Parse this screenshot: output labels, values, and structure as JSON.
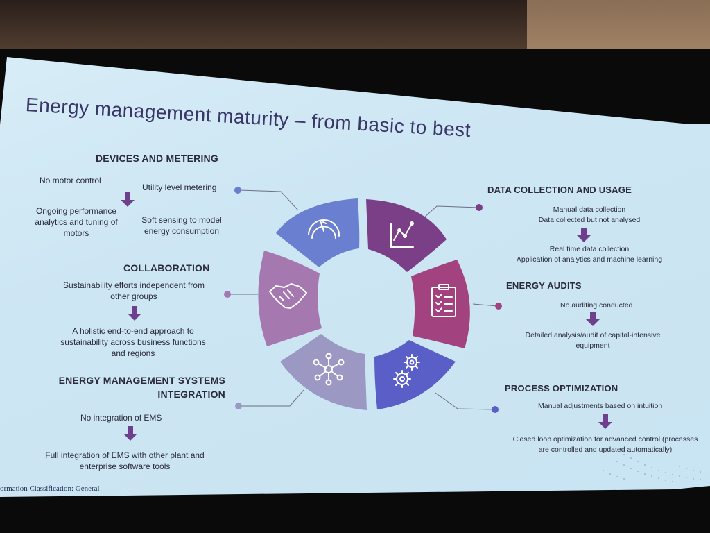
{
  "slide": {
    "title": "Energy management maturity – from basic to best",
    "footer": "ormation Classification: General"
  },
  "devices": {
    "heading": "DEVICES AND METERING",
    "item1": "No motor control",
    "item2_l1": "Ongoing performance",
    "item2_l2": "analytics and tuning of",
    "item2_l3": "motors",
    "item3": "Utility level metering",
    "item4_l1": "Soft sensing to model",
    "item4_l2": "energy consumption"
  },
  "collaboration": {
    "heading": "COLLABORATION",
    "from_l1": "Sustainability efforts independent from",
    "from_l2": "other groups",
    "to_l1": "A holistic end-to-end approach to",
    "to_l2": "sustainability across business functions",
    "to_l3": "and regions"
  },
  "ems": {
    "heading_l1": "ENERGY MANAGEMENT SYSTEMS",
    "heading_l2": "INTEGRATION",
    "from": "No integration of EMS",
    "to_l1": "Full integration of EMS with other plant and",
    "to_l2": "enterprise software tools"
  },
  "data_collection": {
    "heading": "DATA COLLECTION AND USAGE",
    "from_l1": "Manual data collection",
    "from_l2": "Data collected but not analysed",
    "to_l1": "Real time data collection",
    "to_l2": "Application of analytics and machine learning"
  },
  "audits": {
    "heading": "ENERGY AUDITS",
    "from": "No auditing conducted",
    "to_l1": "Detailed analysis/audit of capital-intensive",
    "to_l2": "equipment"
  },
  "process": {
    "heading": "PROCESS OPTIMIZATION",
    "from": "Manual adjustments based on intuition",
    "to_l1": "Closed loop optimization for advanced control (processes",
    "to_l2": "are controlled and updated automatically)"
  },
  "wheel": {
    "segments": [
      {
        "name": "devices",
        "icon": "gauge-icon",
        "color": "#6a7fcf"
      },
      {
        "name": "data",
        "icon": "line-chart-icon",
        "color": "#7a3f86"
      },
      {
        "name": "audits",
        "icon": "clipboard-icon",
        "color": "#a2427f"
      },
      {
        "name": "process",
        "icon": "gears-icon",
        "color": "#5a5fc8"
      },
      {
        "name": "ems",
        "icon": "network-icon",
        "color": "#9b98c4"
      },
      {
        "name": "collaboration",
        "icon": "handshake-icon",
        "color": "#a579b0"
      }
    ]
  }
}
